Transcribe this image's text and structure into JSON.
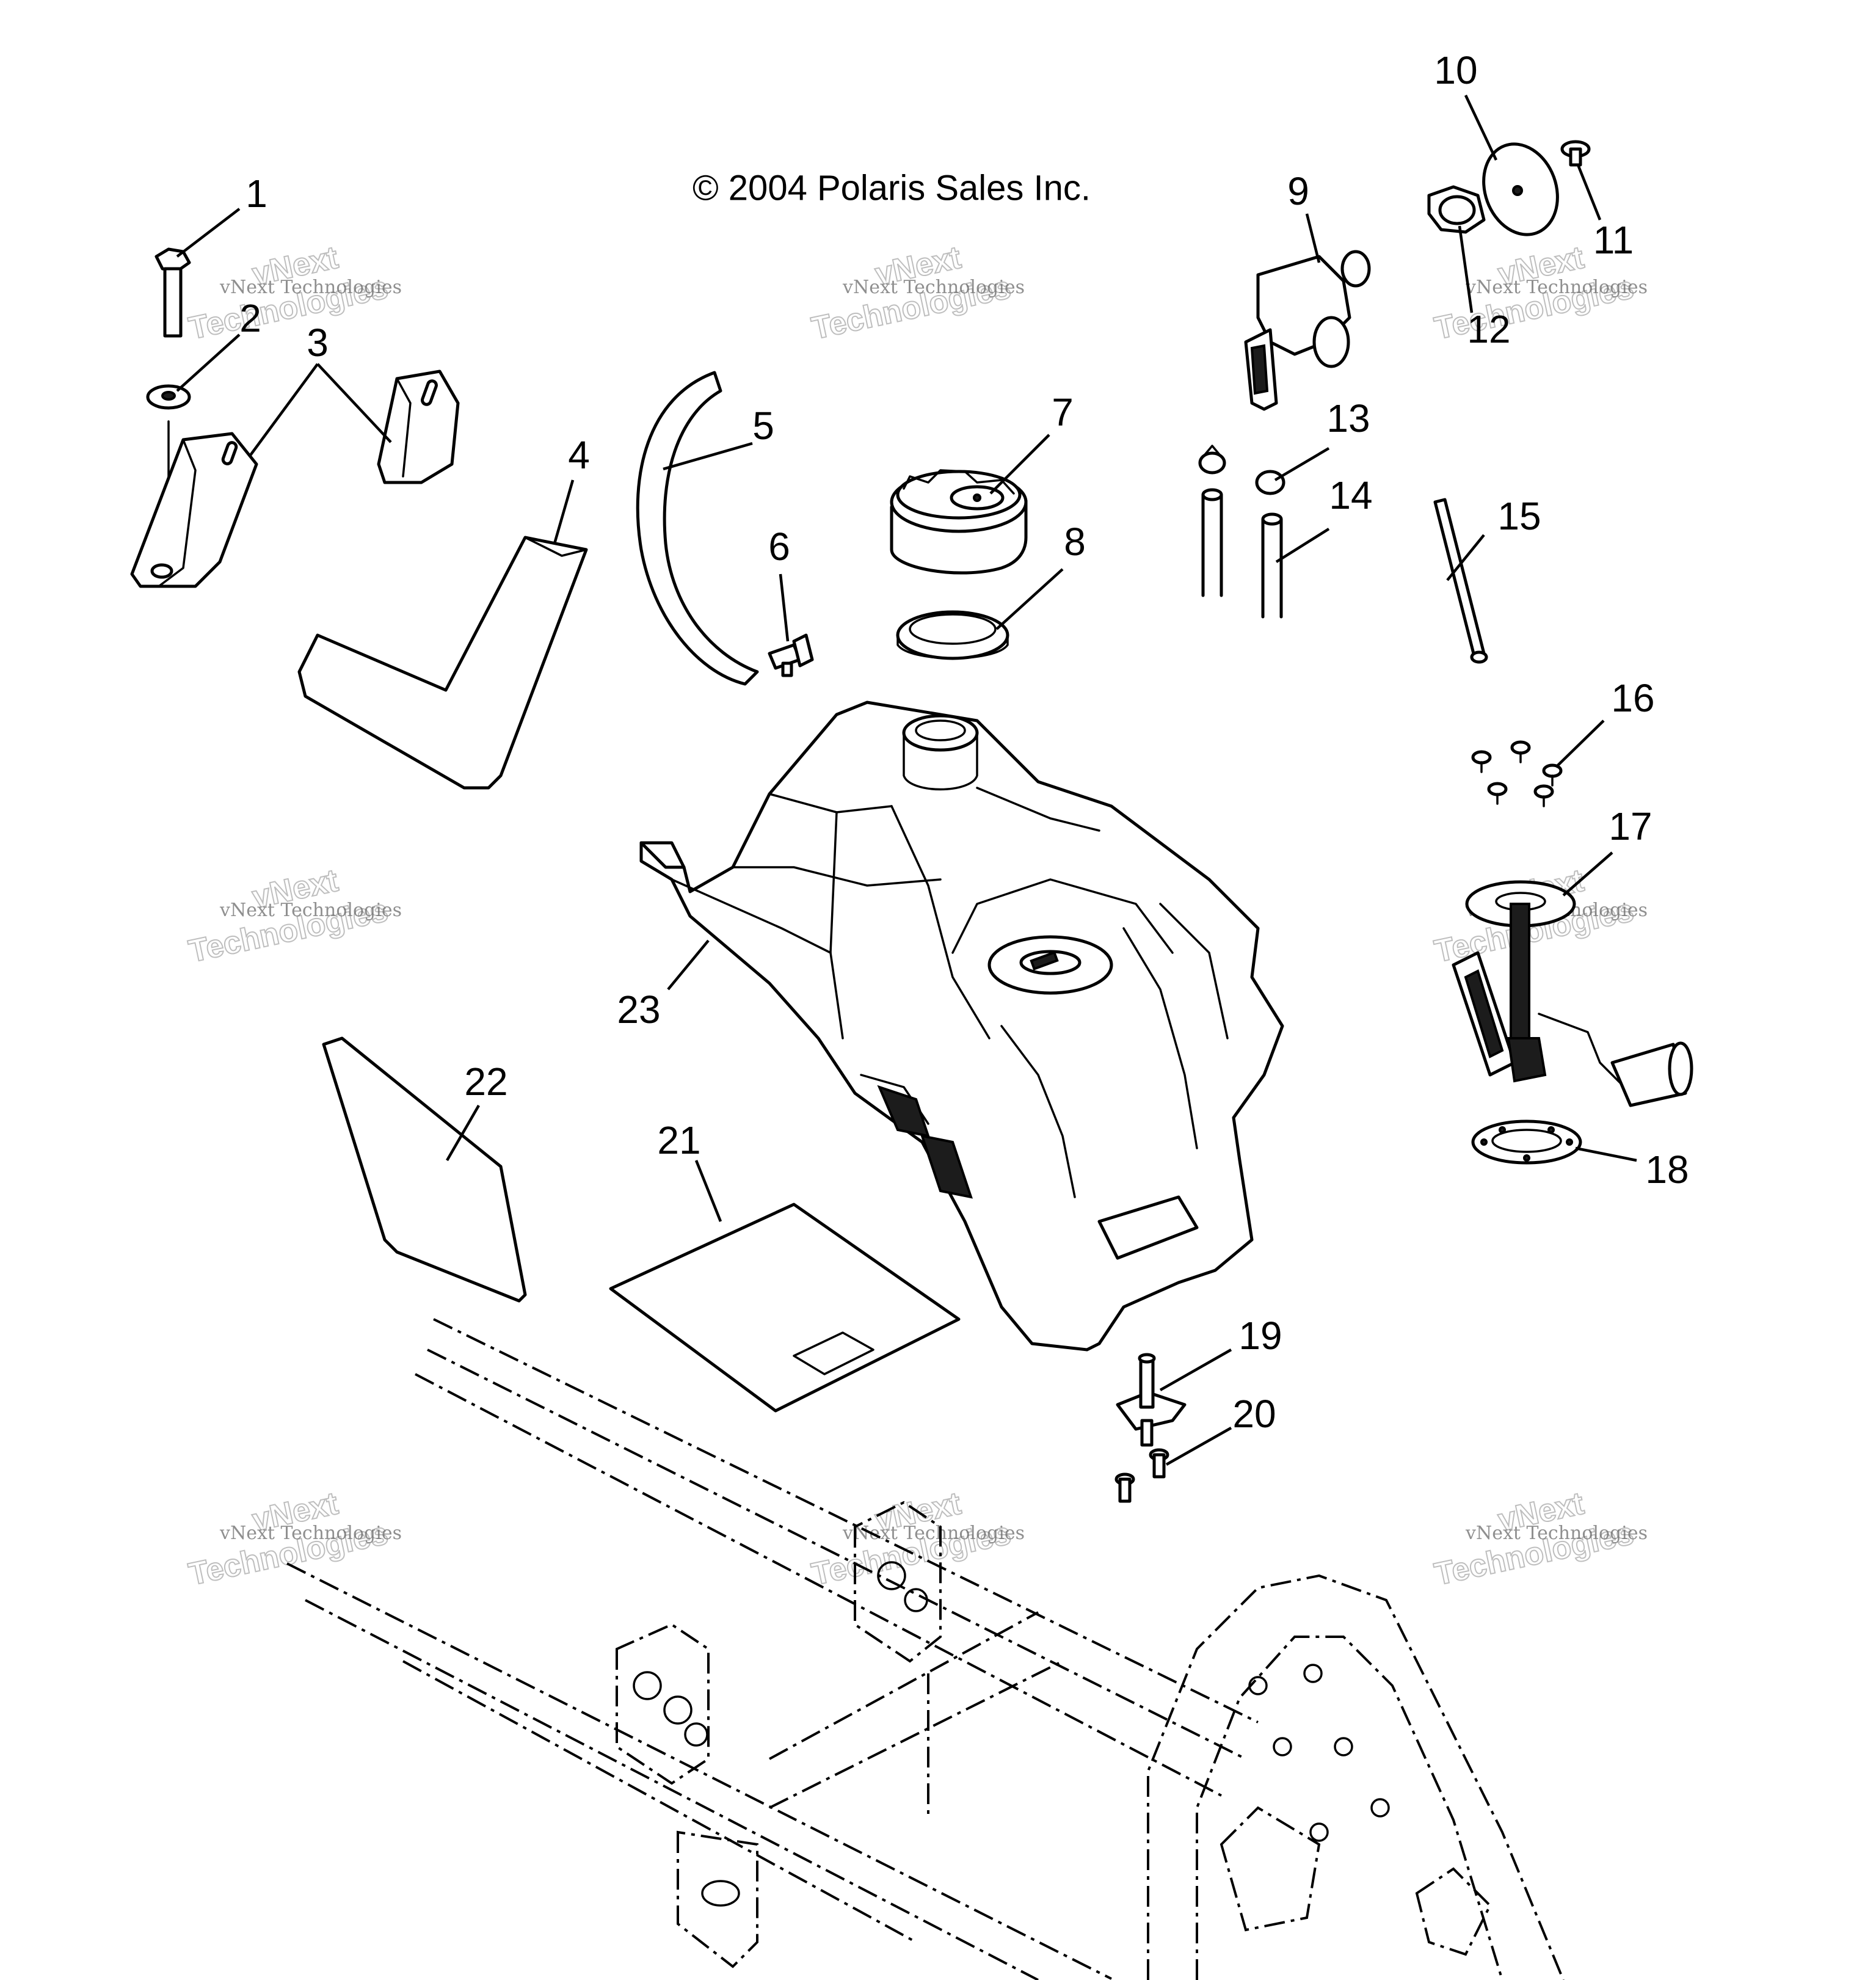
{
  "diagram": {
    "copyright": "© 2004 Polaris Sales Inc.",
    "callouts": [
      "1",
      "2",
      "3",
      "4",
      "5",
      "6",
      "7",
      "8",
      "9",
      "10",
      "11",
      "12",
      "13",
      "14",
      "15",
      "16",
      "17",
      "18",
      "19",
      "20",
      "21",
      "22",
      "23"
    ],
    "watermark": {
      "line1": "vNext",
      "line2": "Technologies",
      "small": "vNext Technologies"
    }
  }
}
